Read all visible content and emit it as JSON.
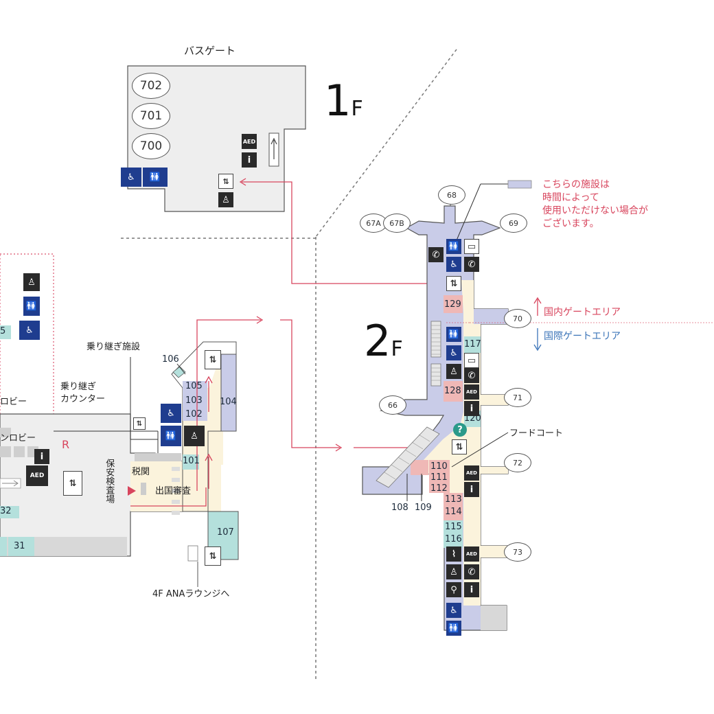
{
  "floors": {
    "f1_number": "1",
    "f1_suffix": "F",
    "f2_number": "2",
    "f2_suffix": "F"
  },
  "labels": {
    "bus_gate": "バスゲート",
    "transfer_facility": "乗り継ぎ施設",
    "transfer_counter_1": "乗り継ぎ",
    "transfer_counter_2": "カウンター",
    "lobby_1": "ロビー",
    "lobby_2": "ンロビー",
    "r": "R",
    "security": "保安検査場",
    "customs": "税関",
    "departure_immigration": "出国審査",
    "lounge": "4F ANAラウンジへ",
    "food_court": "フードコート"
  },
  "legend": {
    "line1": "こちらの施設は",
    "line2": "時間によって",
    "line3": "使用いただけない場合が",
    "line4": "ございます。"
  },
  "zones": {
    "domestic": "国内ゲートエリア",
    "international": "国際ゲートエリア"
  },
  "bus_gates": [
    "702",
    "701",
    "700"
  ],
  "gates": {
    "g67a": "67A",
    "g67b": "67B",
    "g68": "68",
    "g69": "69",
    "g70": "70",
    "g71": "71",
    "g72": "72",
    "g73": "73",
    "g66": "66"
  },
  "shops": {
    "s104": "104",
    "s105": "105",
    "s103": "103",
    "s102": "102",
    "s101": "101",
    "s106": "106",
    "s107": "107",
    "s129": "129",
    "s117": "117",
    "s128": "128",
    "s120": "120",
    "s110": "110",
    "s111": "111",
    "s112": "112",
    "s113": "113",
    "s114": "114",
    "s115": "115",
    "s116": "116",
    "s108": "108",
    "s109": "109",
    "s31": "31",
    "s32": "32",
    "s_partial": "5"
  },
  "icons": {
    "aed": "AED",
    "info": "i",
    "question": "?"
  },
  "colors": {
    "accent_red": "#d8455d",
    "accent_blue": "#3b74b8",
    "restricted_area": "#c9cce8",
    "floor_gray": "#eeeeee",
    "corridor_yellow": "#fbf3dc",
    "shop_teal": "#b4e0dc",
    "shop_pink": "#efb8b6",
    "icon_blue": "#1f3d8f"
  }
}
